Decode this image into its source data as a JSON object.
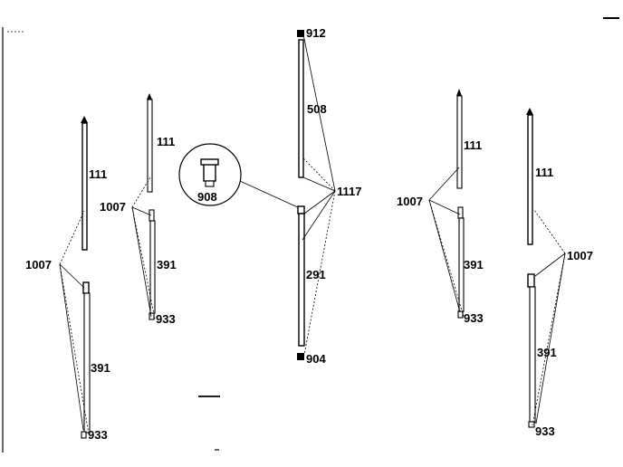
{
  "labels": {
    "a_111": "111",
    "a_1007": "1007",
    "a_391": "391",
    "a_933": "933",
    "b_111": "111",
    "b_1007": "1007",
    "b_391": "391",
    "b_933": "933",
    "c_908": "908",
    "d_912": "912",
    "d_508": "508",
    "d_1117": "1117",
    "d_291": "291",
    "d_904": "904",
    "e_111": "111",
    "e_1007": "1007",
    "e_391": "391",
    "e_933": "933",
    "f_111": "111",
    "f_1007": "1007",
    "f_391": "391",
    "f_933": "933"
  }
}
